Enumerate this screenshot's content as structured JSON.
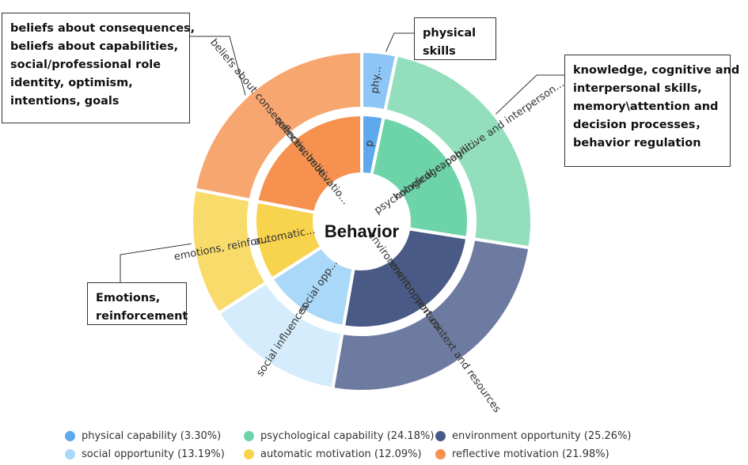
{
  "chart_data": {
    "type": "sunburst",
    "center_label": "Behavior",
    "colors": {
      "physical": "#5ea8ee",
      "physical_outer": "#8ec5f7",
      "psychological": "#6dd3a8",
      "psychological_outer": "#93dfbd",
      "environment": "#4a5a86",
      "environment_outer": "#6e7ba1",
      "social": "#a9d8f8",
      "social_outer": "#d4ecfb",
      "automatic": "#f8d34d",
      "automatic_outer": "#f8db6b",
      "reflective": "#f6914f",
      "reflective_outer": "#f7a66f"
    },
    "inner_ring": [
      {
        "key": "physical",
        "label": "p",
        "value": 3.3
      },
      {
        "key": "psychological",
        "label": "psychological capabili...",
        "value": 24.18
      },
      {
        "key": "environment",
        "label": "environment opportuni...",
        "value": 25.26
      },
      {
        "key": "social",
        "label": "social opp...",
        "value": 13.19
      },
      {
        "key": "automatic",
        "label": "automatic...",
        "value": 12.09
      },
      {
        "key": "reflective",
        "label": "reflective motivatio...",
        "value": 21.98
      }
    ],
    "outer_ring": [
      {
        "key": "physical_outer",
        "label": "phy...",
        "value": 3.3
      },
      {
        "key": "psychological_outer",
        "label": "knowledge, cognitive and interperson...",
        "value": 24.18
      },
      {
        "key": "environment_outer",
        "label": "environment context and resources",
        "value": 25.26
      },
      {
        "key": "social_outer",
        "label": "social influences",
        "value": 13.19
      },
      {
        "key": "automatic_outer",
        "label": "emotions, reinfor...",
        "value": 12.09
      },
      {
        "key": "reflective_outer",
        "label": "beliefs about consequences, belie...",
        "value": 21.98
      }
    ],
    "legend": [
      {
        "color": "#5ea8ee",
        "text": "physical capability (3.30%)"
      },
      {
        "color": "#6dd3a8",
        "text": "psychological capability (24.18%)"
      },
      {
        "color": "#4a5a86",
        "text": "environment opportunity (25.26%)"
      },
      {
        "color": "#a9d8f8",
        "text": "social opportunity (13.19%)"
      },
      {
        "color": "#f8d34d",
        "text": "automatic motivation (12.09%)"
      },
      {
        "color": "#f6914f",
        "text": "reflective motivation (21.98%)"
      }
    ]
  },
  "callouts": {
    "reflective": [
      "beliefs about consequences,",
      "beliefs about capabilities,",
      "social/professional role",
      "identity, optimism,",
      "intentions, goals"
    ],
    "physical": [
      "physical",
      "skills"
    ],
    "psychological": [
      "knowledge, cognitive and",
      "interpersonal skills,",
      "memory\\attention and",
      "decision processes，",
      "behavior regulation"
    ],
    "automatic": [
      "Emotions,",
      "reinforcement"
    ]
  }
}
